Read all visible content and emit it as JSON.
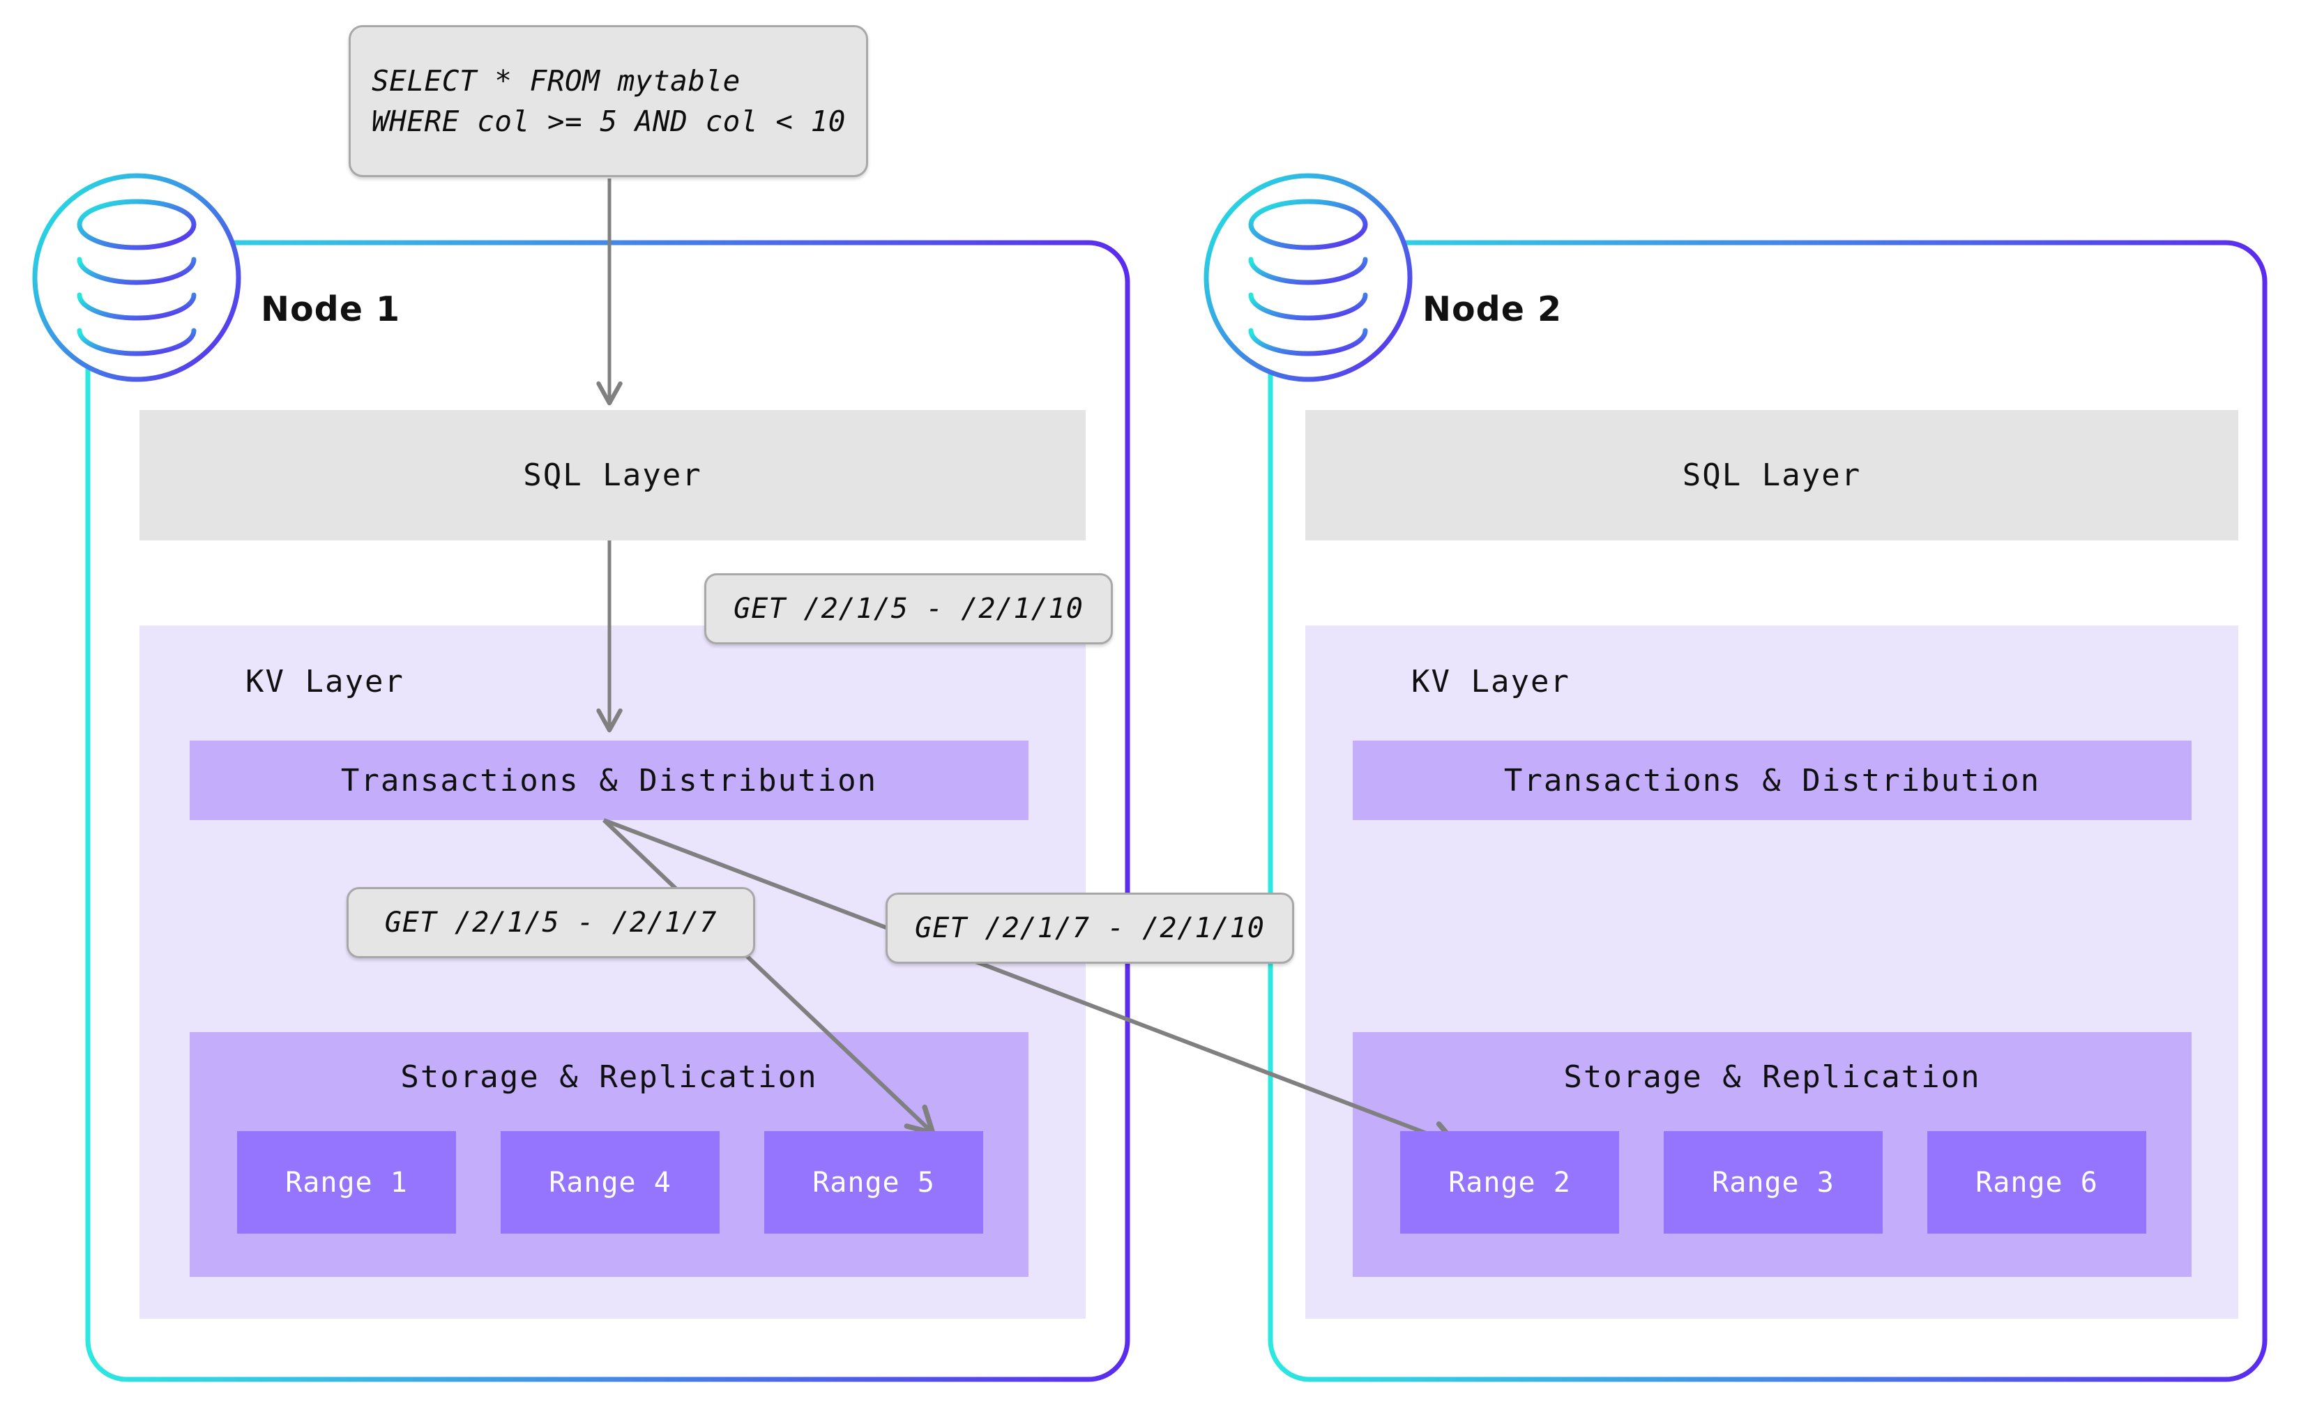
{
  "diagram": {
    "title": "CockroachDB distributed query execution across nodes",
    "colors": {
      "node_border_start": "#2be8e0",
      "node_border_end": "#5b2bee",
      "sql_layer_bg": "#e4e4e4",
      "kv_layer_bg": "#eae4fc",
      "band_bg": "#c4aefc",
      "range_bg": "#9575fd",
      "range_text": "#ffffff",
      "callout_bg": "#e5e5e5",
      "callout_border": "#a8a8a8",
      "arrow": "#808080",
      "text": "#101010"
    }
  },
  "query_box": {
    "name": "sql-query",
    "line1": "SELECT * FROM mytable",
    "line2": "WHERE col >= 5 AND col < 10"
  },
  "callouts": [
    {
      "id": "kv-request",
      "label": "GET /2/1/5 - /2/1/10"
    },
    {
      "id": "range5-request",
      "label": "GET /2/1/5 - /2/1/7"
    },
    {
      "id": "range2-request",
      "label": "GET /2/1/7 - /2/1/10"
    }
  ],
  "nodes": [
    {
      "id": "node-1",
      "title": "Node 1",
      "icon": "database-icon",
      "sql_layer": "SQL Layer",
      "kv_layer": "KV Layer",
      "transactions": "Transactions & Distribution",
      "storage": "Storage & Replication",
      "ranges": [
        "Range 1",
        "Range 4",
        "Range 5"
      ]
    },
    {
      "id": "node-2",
      "title": "Node 2",
      "icon": "database-icon",
      "sql_layer": "SQL Layer",
      "kv_layer": "KV Layer",
      "transactions": "Transactions & Distribution",
      "storage": "Storage & Replication",
      "ranges": [
        "Range 2",
        "Range 3",
        "Range 6"
      ]
    }
  ]
}
